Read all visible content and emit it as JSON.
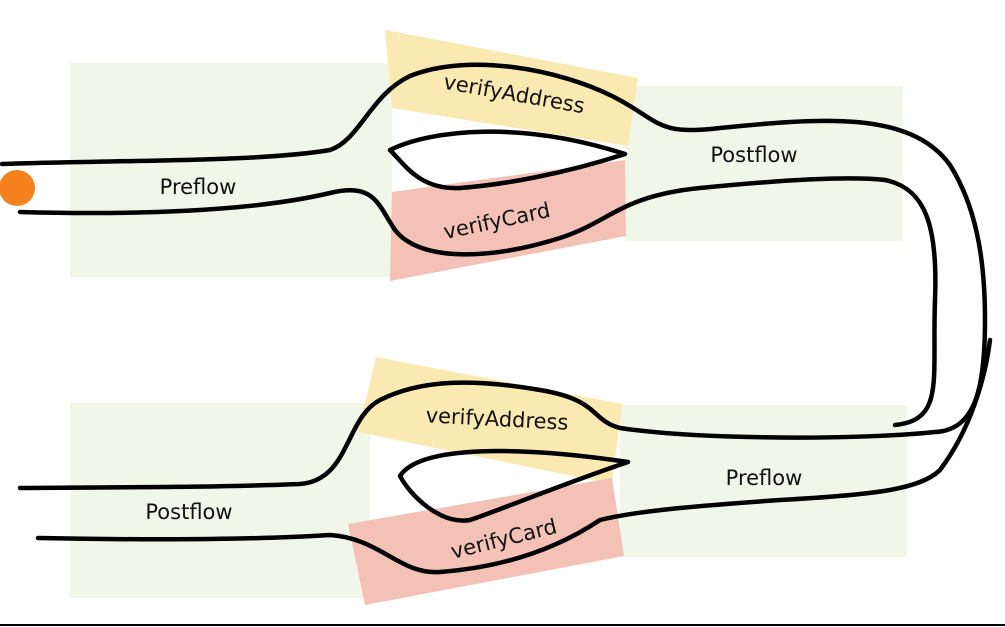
{
  "diagram": {
    "top": {
      "preflow": "Preflow",
      "verify_address": "verifyAddress",
      "verify_card": "verifyCard",
      "postflow": "Postflow"
    },
    "bottom": {
      "preflow": "Preflow",
      "verify_address": "verifyAddress",
      "verify_card": "verifyCard",
      "postflow": "Postflow"
    }
  },
  "colors": {
    "flow_region": "#f1f7e8",
    "verify_address_region": "#fbe9b2",
    "verify_card_region": "#f3c1b6",
    "start_marker": "#f5821f",
    "pipe": "#000000"
  }
}
